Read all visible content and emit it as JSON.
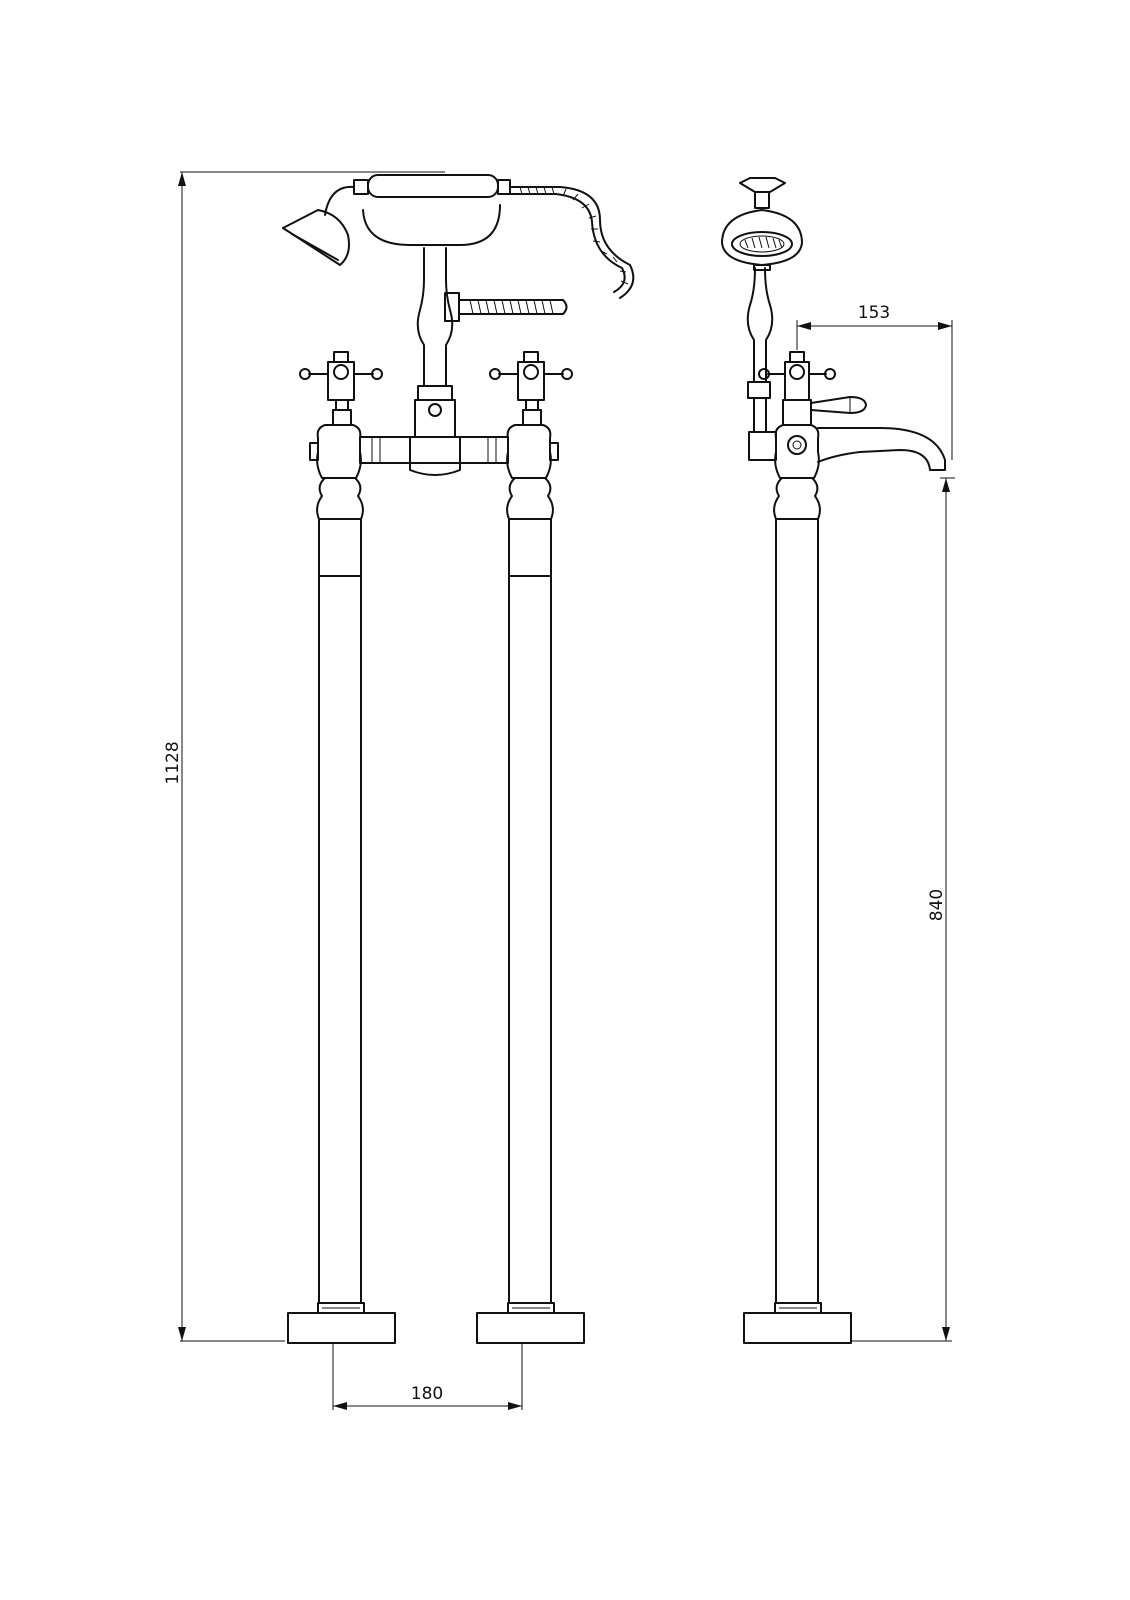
{
  "dimensions": {
    "overall_height": "1128",
    "spout_height": "840",
    "spout_projection": "153",
    "leg_centres": "180"
  }
}
